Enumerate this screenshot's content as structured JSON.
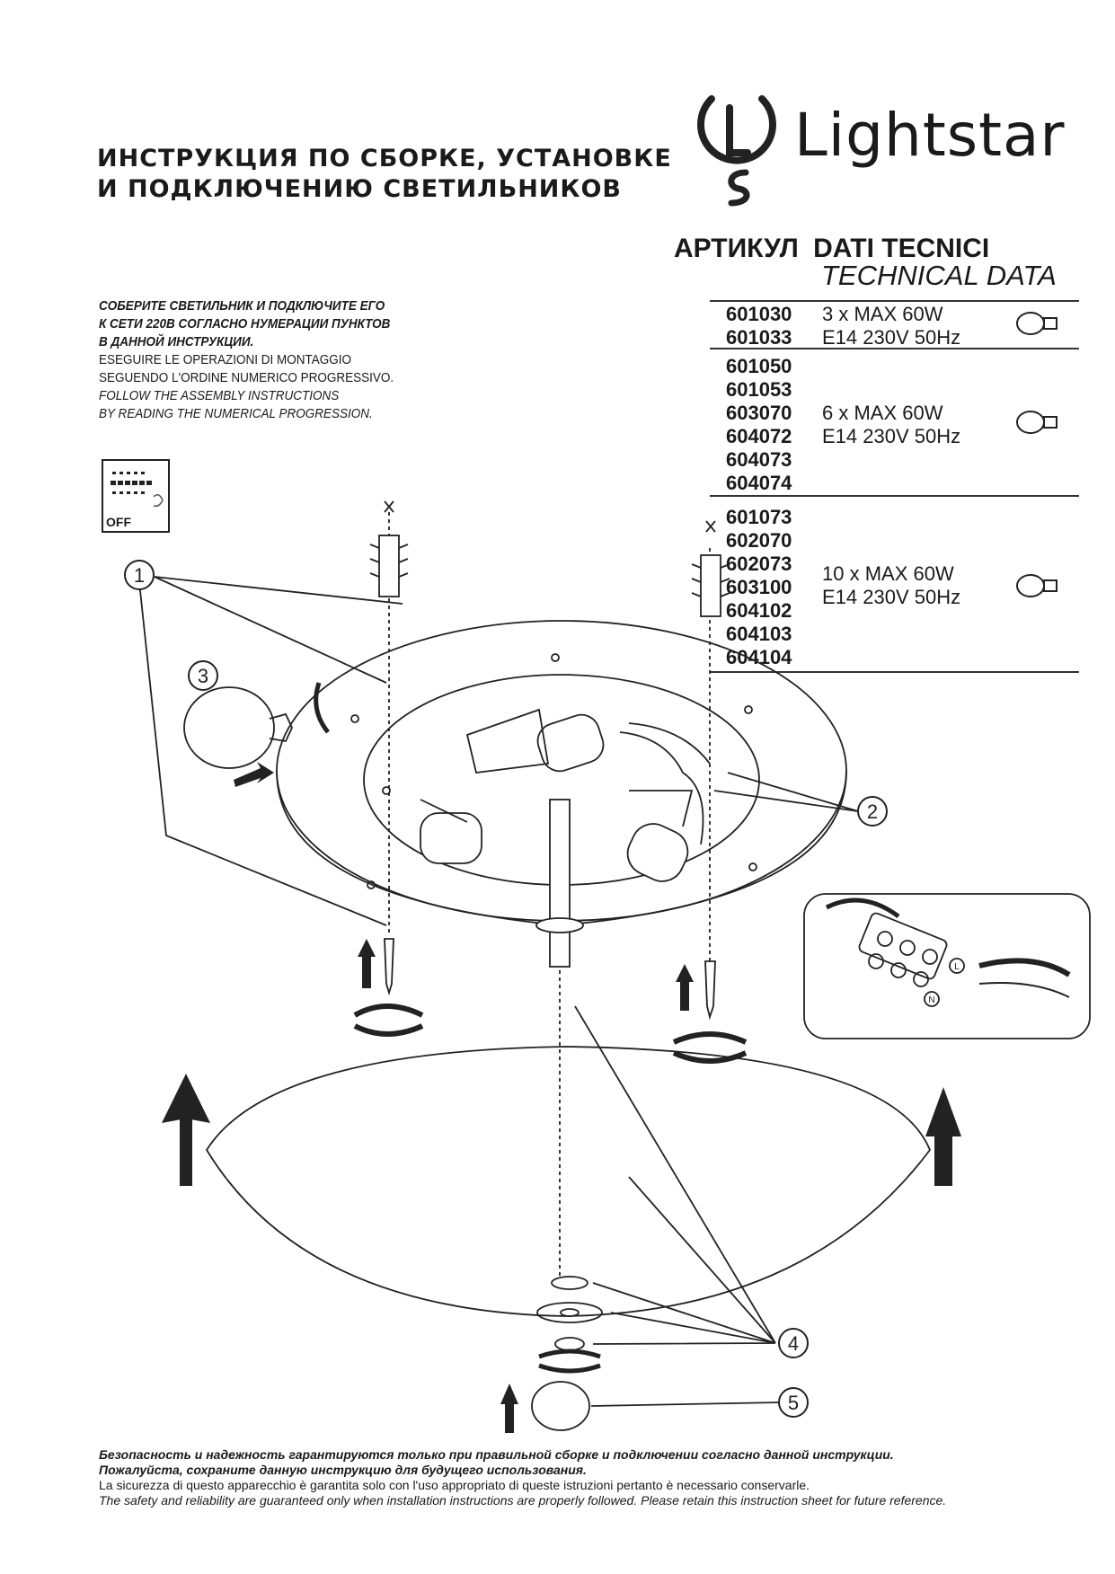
{
  "title": {
    "line1": "ИНСТРУКЦИЯ ПО СБОРКЕ, УСТАНОВКЕ",
    "line2": "И  ПОДКЛЮЧЕНИЮ  СВЕТИЛЬНИКОВ"
  },
  "logo": {
    "text": "Lightstar",
    "icon": "lightstar-logo-icon"
  },
  "technical_data": {
    "label_ru": "АРТИКУЛ",
    "label_it": "DATI TECNICI",
    "label_en": "TECHNICAL DATA",
    "groups": [
      {
        "codes": [
          "601030",
          "601033"
        ],
        "spec1": "3 x MAX 60W",
        "spec2": "E14 230V 50Hz",
        "icon": "bulb-icon"
      },
      {
        "codes": [
          "601050",
          "601053",
          "603070",
          "604072",
          "604073",
          "604074"
        ],
        "spec1": "6 x MAX 60W",
        "spec2": "E14 230V 50Hz",
        "icon": "bulb-icon"
      },
      {
        "codes": [
          "601073",
          "602070",
          "602073",
          "603100",
          "604102",
          "604103",
          "604104"
        ],
        "spec1": "10 x MAX 60W",
        "spec2": "E14 230V 50Hz",
        "icon": "bulb-icon"
      }
    ]
  },
  "instructions": {
    "ru": [
      "СОБЕРИТЕ СВЕТИЛЬНИК И ПОДКЛЮЧИТЕ ЕГО",
      "К СЕТИ 220В СОГЛАСНО НУМЕРАЦИИ ПУНКТОВ",
      "В ДАННОЙ ИНСТРУКЦИИ."
    ],
    "it": [
      "ESEGUIRE LE OPERAZIONI DI MONTAGGIO",
      "SEGUENDO L'ORDINE NUMERICO PROGRESSIVO."
    ],
    "en": [
      "FOLLOW THE ASSEMBLY INSTRUCTIONS",
      "BY READING THE NUMERICAL PROGRESSION."
    ]
  },
  "switch_label": "OFF",
  "callouts": [
    "1",
    "2",
    "3",
    "4",
    "5"
  ],
  "terminal_labels": [
    "L",
    "N"
  ],
  "footer": {
    "ru1": "Безопасность и надежность гарантируются только при правильной сборке и подключении согласно данной инструкции.",
    "ru2": "Пожалуйста, сохраните данную инструкцию для будущего использования.",
    "it": "La sicurezza di questo apparecchio è garantita solo con l'uso appropriato di queste istruzioni pertanto è necessario conservarle.",
    "en": "The safety and reliability are guaranteed only when installation instructions are properly followed. Please retain this instruction sheet for future reference."
  }
}
